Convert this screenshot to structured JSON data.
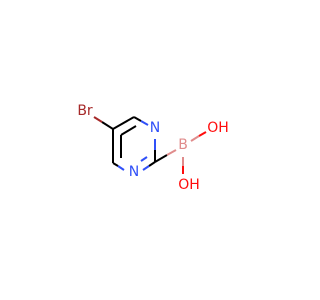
{
  "molecule": {
    "atoms": {
      "br": {
        "label": "Br",
        "color": "#a62929"
      },
      "n1": {
        "label": "N",
        "color": "#3050f8"
      },
      "n3": {
        "label": "N",
        "color": "#3050f8"
      },
      "b": {
        "label": "B",
        "color": "#e08c8c"
      },
      "o_upper": {
        "label": "OH",
        "color": "#ff0d0d"
      },
      "o_lower": {
        "label": "OH",
        "color": "#ff0d0d"
      }
    },
    "bond_color": "#000000"
  }
}
